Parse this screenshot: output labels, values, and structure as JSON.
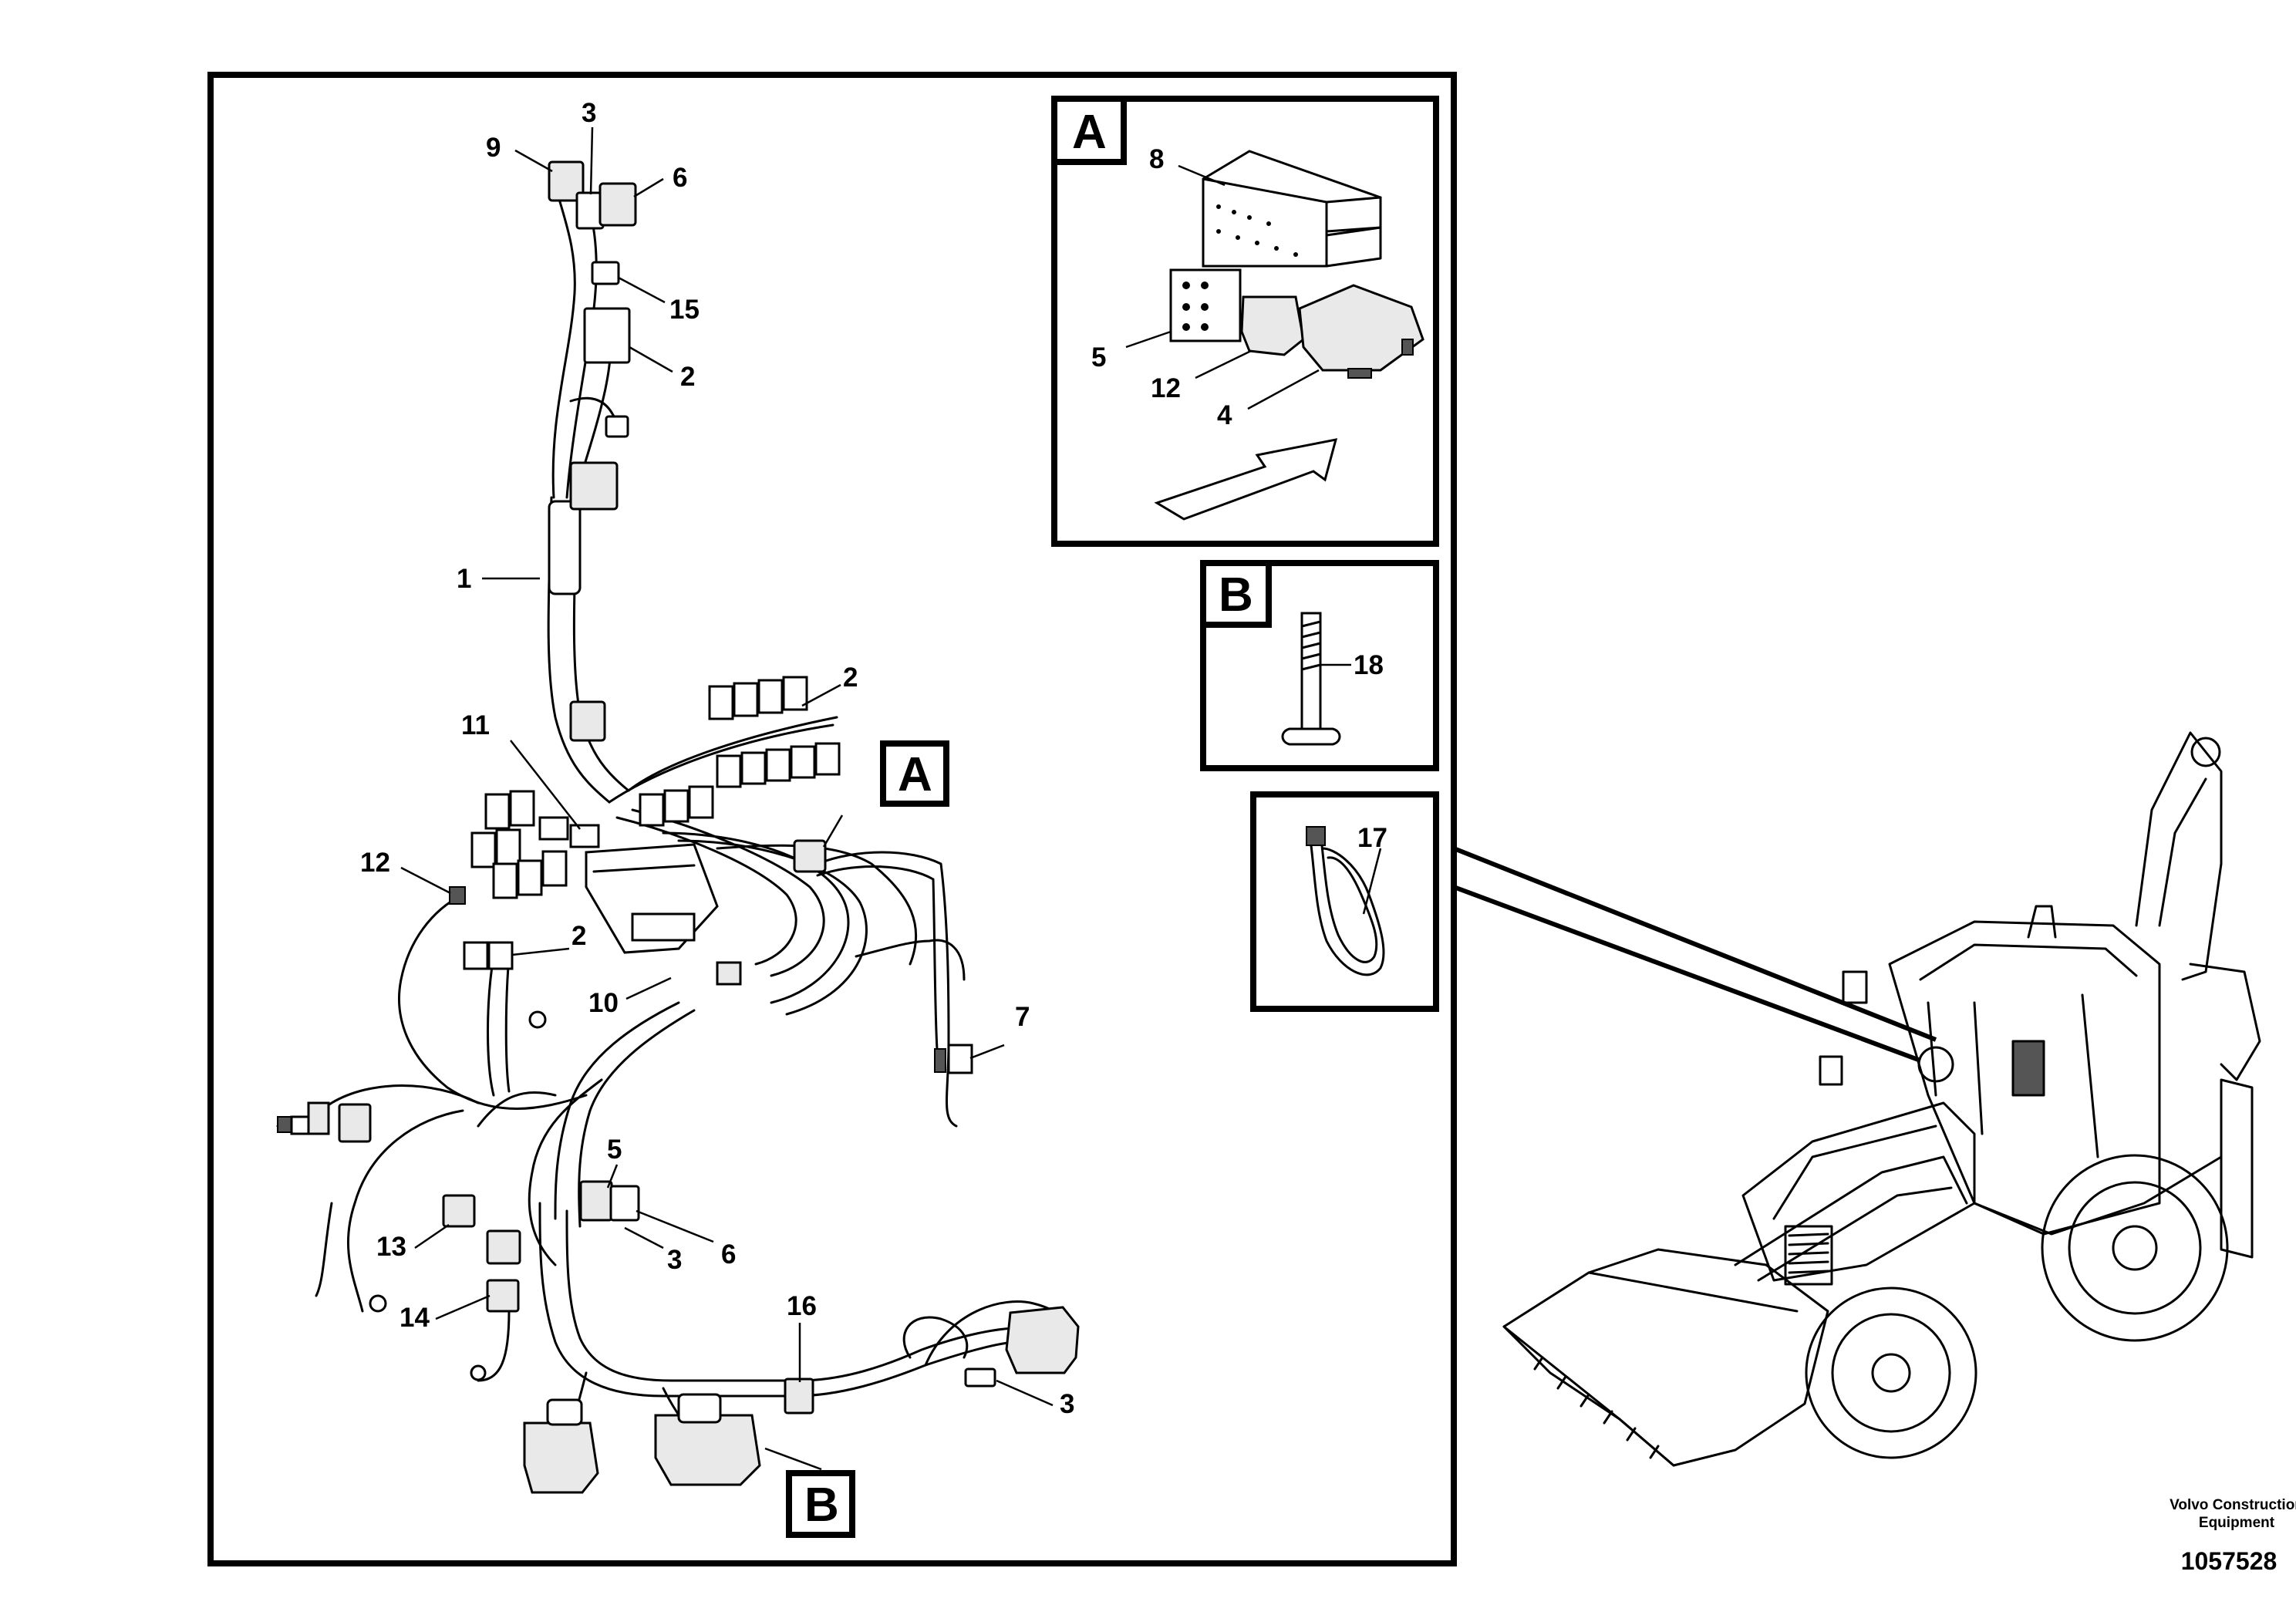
{
  "callouts": {
    "c9": "9",
    "c3a": "3",
    "c6a": "6",
    "c15": "15",
    "c2a": "2",
    "c1": "1",
    "c2b": "2",
    "c11": "11",
    "c12a": "12",
    "c2c": "2",
    "c10": "10",
    "c7": "7",
    "c5b": "5",
    "c13": "13",
    "c3b": "3",
    "c6b": "6",
    "c14": "14",
    "c16": "16",
    "c3c": "3",
    "c8": "8",
    "c5a": "5",
    "c12b": "12",
    "c4": "4",
    "c18": "18",
    "c17": "17"
  },
  "panels": {
    "detail_a_letter": "A",
    "detail_a_ref": "A",
    "detail_b_letter": "B",
    "detail_b_ref": "B"
  },
  "caption": {
    "line1": "Volvo Construction",
    "line2": "Equipment",
    "doc_number": "1057528"
  }
}
